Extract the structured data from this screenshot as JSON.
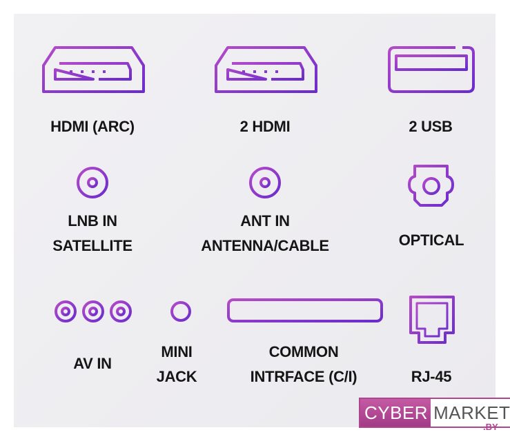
{
  "ports": {
    "hdmi_arc": "HDMI (ARC)",
    "hdmi2": "2 HDMI",
    "usb": "2 USB",
    "lnb_1": "LNB IN",
    "lnb_2": "SATELLITE",
    "ant_1": "ANT IN",
    "ant_2": "ANTENNA/CABLE",
    "optical": "OPTICAL",
    "av": "AV IN",
    "mini_1": "MINI",
    "mini_2": "JACK",
    "ci_1": "COMMON",
    "ci_2": "INTRFACE (C/I)",
    "rj45": "RJ-45"
  },
  "logo": {
    "cyber": "CYBER",
    "market": "MARKET",
    "domain": ".BY"
  },
  "colors": {
    "icon_start": "#b44ac9",
    "icon_end": "#6a2ccc",
    "brand": "#b0458f"
  }
}
